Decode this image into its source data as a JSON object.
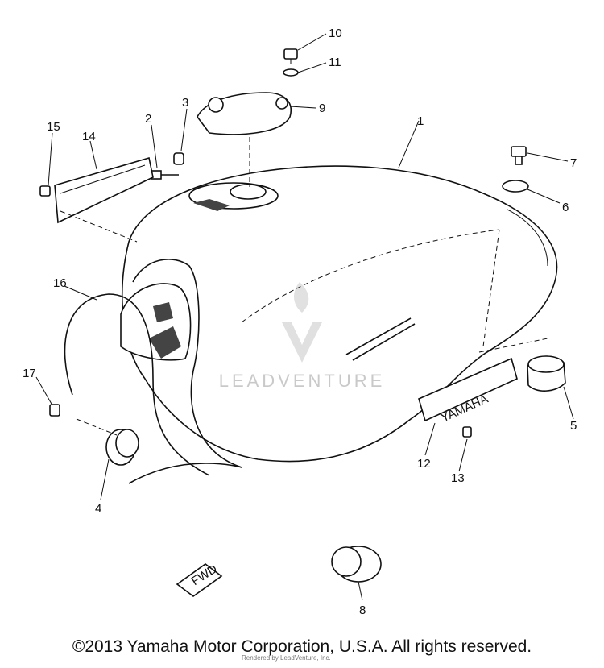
{
  "diagram": {
    "callouts": [
      "1",
      "2",
      "3",
      "4",
      "5",
      "6",
      "7",
      "8",
      "9",
      "10",
      "11",
      "12",
      "13",
      "14",
      "15",
      "16",
      "17"
    ],
    "tank_emblem": "YAMAHA",
    "fwd_label": "FWD"
  },
  "footer": {
    "copyright": "©2013 Yamaha Motor Corporation, U.S.A. All rights reserved.",
    "small_print": "Rendered by LeadVenture, Inc."
  },
  "watermark": {
    "text": "LEADVENTURE"
  }
}
